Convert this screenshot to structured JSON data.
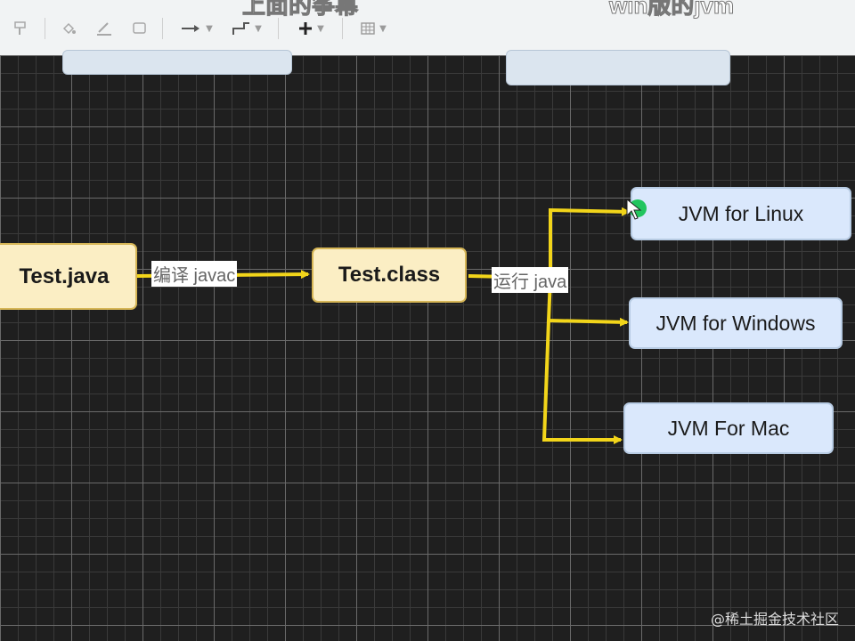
{
  "toolbar": {
    "overlay_title_left": "上面的筝幕",
    "overlay_title_right": "win版的jvm",
    "tools": [
      {
        "icon": "format-painter-icon"
      },
      {
        "icon": "fill-color-icon"
      },
      {
        "icon": "line-color-icon"
      },
      {
        "icon": "shadow-rectangle-icon"
      },
      {
        "icon": "connector-arrow-icon"
      },
      {
        "icon": "waypoint-icon"
      },
      {
        "icon": "insert-plus-icon"
      },
      {
        "icon": "table-grid-icon"
      }
    ]
  },
  "diagram": {
    "nodes": {
      "source": "Test.java",
      "bytecode": "Test.class",
      "jvm_linux": "JVM for Linux",
      "jvm_windows": "JVM for Windows",
      "jvm_mac": "JVM For Mac"
    },
    "edge_labels": {
      "compile": "编译 javac",
      "run": "运行 java"
    },
    "colors": {
      "edge": "#f2d51a",
      "source_fill": "#fbeec4",
      "jvm_fill": "#dae8fc",
      "grid_background": "#1f1f1f"
    }
  },
  "watermark": "@稀土掘金技术社区"
}
